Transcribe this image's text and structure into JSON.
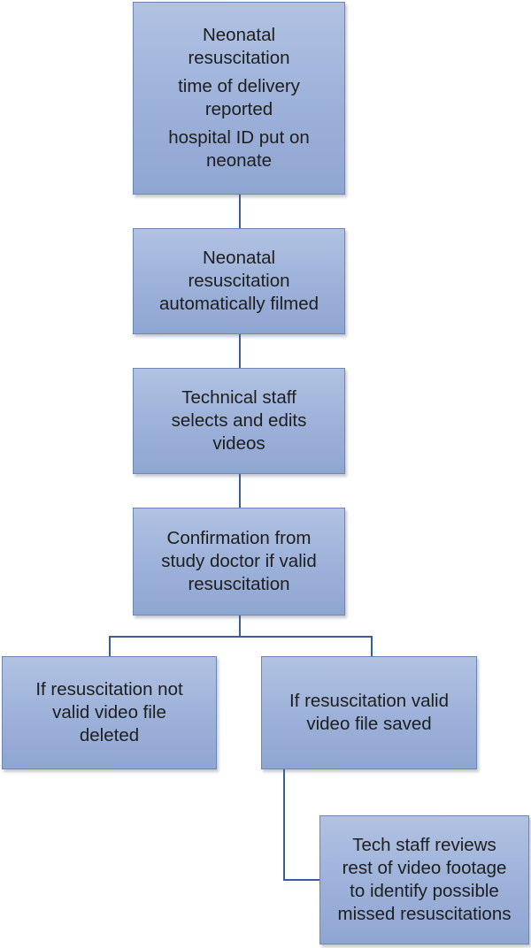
{
  "flowchart": {
    "step1": {
      "line1": "Neonatal",
      "line2": "resuscitation",
      "line3": "time of delivery",
      "line4": "reported",
      "line5": "hospital ID put on",
      "line6": "neonate"
    },
    "step2": {
      "line1": "Neonatal",
      "line2": "resuscitation",
      "line3": "automatically filmed"
    },
    "step3": {
      "line1": "Technical staff",
      "line2": "selects and edits",
      "line3": "videos"
    },
    "step4": {
      "line1": "Confirmation from",
      "line2": "study doctor if  valid",
      "line3": "resuscitation"
    },
    "branch_not_valid": {
      "line1": "If resuscitation not",
      "line2": "valid video file",
      "line3": "deleted"
    },
    "branch_valid": {
      "line1": "If resuscitation valid",
      "line2": "video file saved"
    },
    "review": {
      "line1": "Tech staff  reviews",
      "line2": "rest of video footage",
      "line3": "to identify  possible",
      "line4": "missed resuscitations"
    }
  },
  "colors": {
    "box_fill": "#9cb1d9",
    "box_border": "#6c86b8",
    "connector": "#3a5f98"
  }
}
